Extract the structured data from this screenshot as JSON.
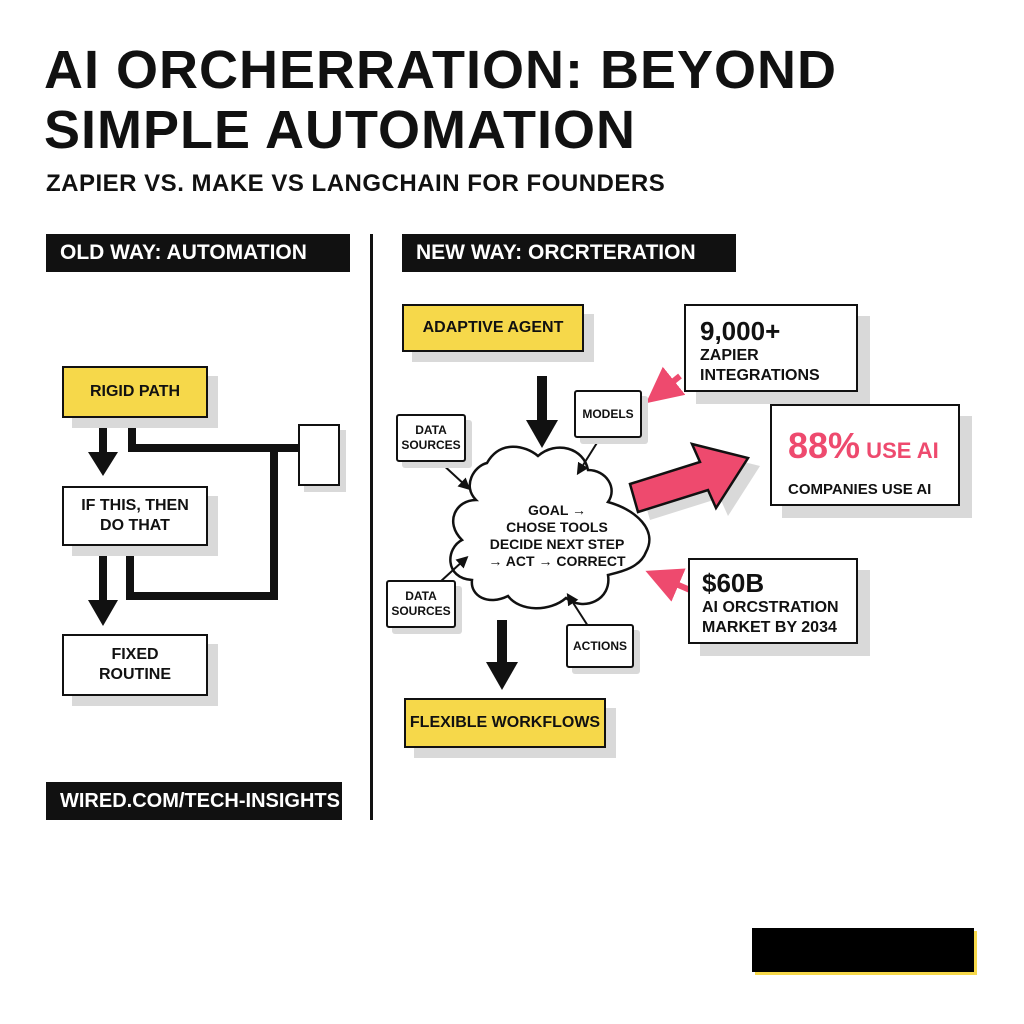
{
  "header": {
    "title_line1": "AI ORCHERRATION: BEYOND",
    "title_line2": "SIMPLE AUTOMATION",
    "subtitle": "ZAPIER VS. MAKE VS LANGCHAIN FOR FOUNDERS"
  },
  "old_way": {
    "label": "OLD WAY: AUTOMATION",
    "rigid_path": "RIGID PATH",
    "if_this_line1": "IF THIS, THEN",
    "if_this_line2": "DO THAT",
    "fixed_line1": "FIXED",
    "fixed_line2": "ROUTINE",
    "source": "WIRED.COM/TECH-INSIGHTS"
  },
  "new_way": {
    "label": "NEW WAY: ORCRTERATION",
    "adaptive_agent": "ADAPTIVE AGENT",
    "flexible_workflows": "FLEXIBLE WORKFLOWS",
    "data_sources_top_line1": "DATA",
    "data_sources_top_line2": "SOURCES",
    "data_sources_bottom_line1": "DATA",
    "data_sources_bottom_line2": "SOURCES",
    "models": "MODELS",
    "actions": "ACTIONS",
    "cloud_line1": "GOAL →",
    "cloud_line2": "CHOSE TOOLS",
    "cloud_line3": "DECIDE NEXT STEP",
    "cloud_line4": "→ ACT → CORRECT"
  },
  "stats": {
    "zapier_value": "9,000+",
    "zapier_line1": "ZAPIER",
    "zapier_line2": "INTEGRATIONS",
    "ai_value": "88%",
    "ai_value_suffix": " USE AI",
    "ai_line": "COMPANIES USE AI",
    "market_value": "$60B",
    "market_line1": "AI ORCSTRATION",
    "market_line2": "MARKET BY 2034"
  },
  "colors": {
    "accent_yellow": "#f6d84a",
    "accent_pink": "#ee4a6e",
    "ink": "#111111",
    "shadow": "#d9d9d9"
  }
}
